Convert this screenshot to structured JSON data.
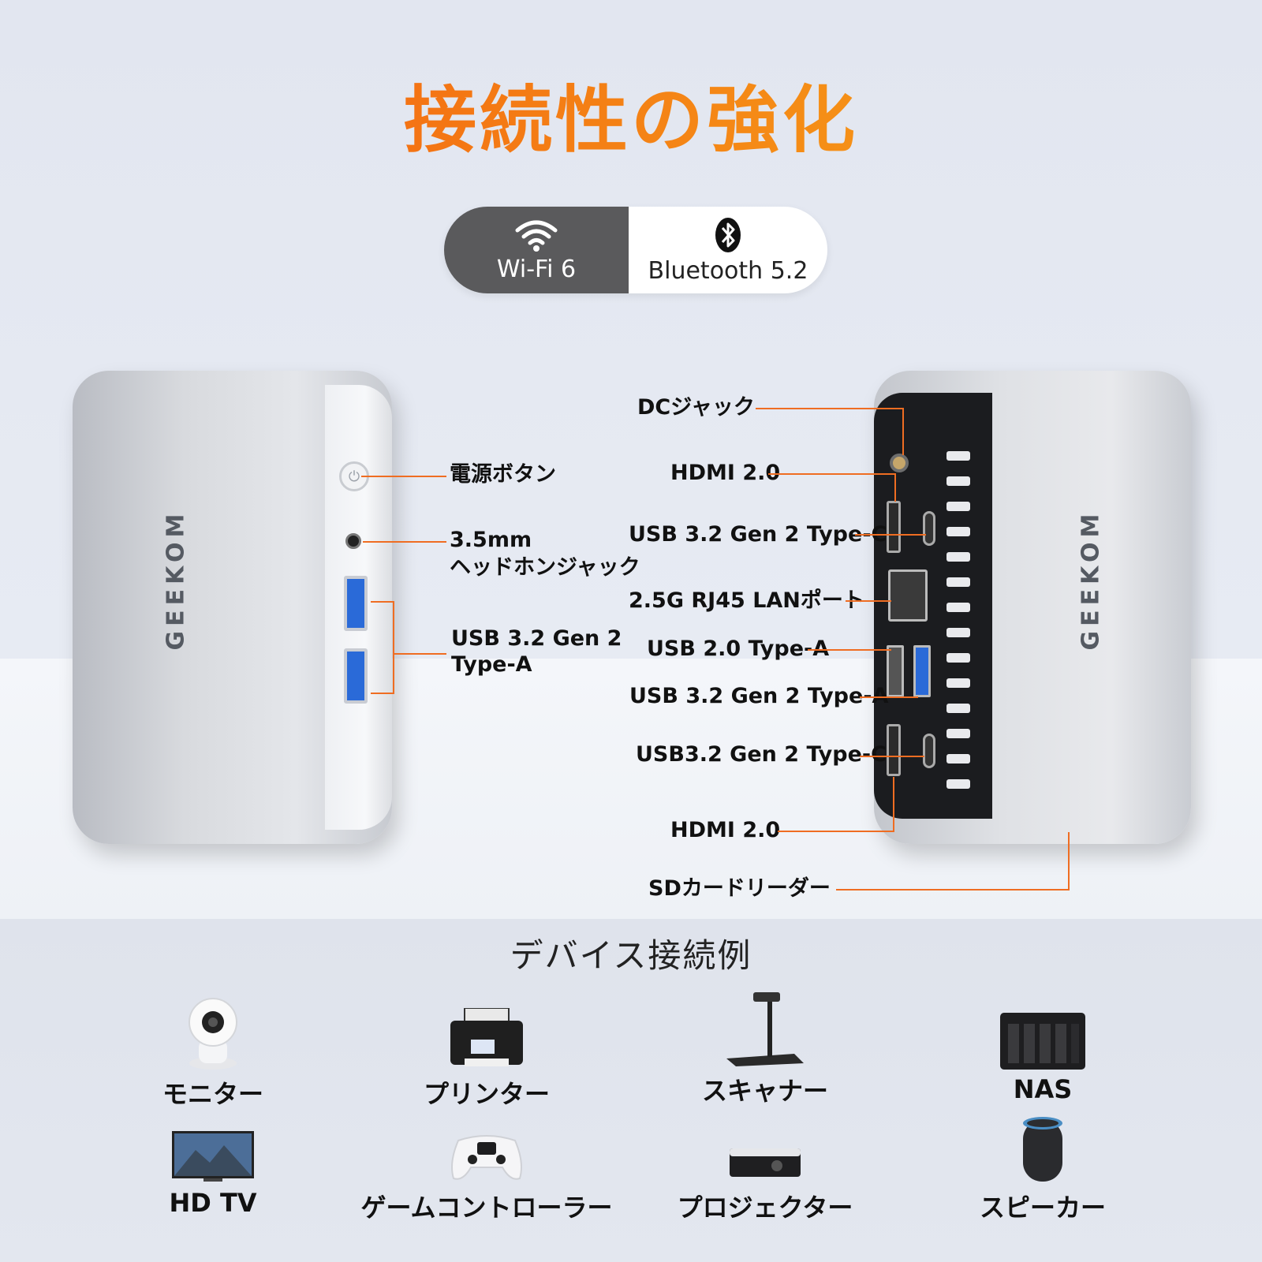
{
  "headline": "接続性の強化",
  "wireless": {
    "wifi_label": "Wi-Fi 6",
    "bluetooth_label": "Bluetooth 5.2",
    "wifi_icon": "wifi-icon",
    "bluetooth_icon": "bluetooth-icon"
  },
  "brand": "GEEKOM",
  "left_callouts": {
    "power": "電源ボタン",
    "audio_line1": "3.5mm",
    "audio_line2": "ヘッドホンジャック",
    "usb_line1": "USB 3.2 Gen 2",
    "usb_line2": "Type-A"
  },
  "right_callouts": {
    "dc": "DCジャック",
    "hdmi_top": "HDMI 2.0",
    "usbc_top": "USB 3.2 Gen 2 Type-C",
    "lan": "2.5G RJ45 LANポート",
    "usb2": "USB 2.0 Type-A",
    "usb3a": "USB 3.2 Gen 2  Type-A",
    "usbc_bottom": "USB3.2 Gen 2 Type-C",
    "hdmi_bottom": "HDMI 2.0",
    "sd": "SDカードリーダー"
  },
  "examples_title": "デバイス接続例",
  "devices": [
    {
      "label": "モニター",
      "icon": "camera-icon"
    },
    {
      "label": "プリンター",
      "icon": "printer-icon"
    },
    {
      "label": "スキャナー",
      "icon": "scanner-icon"
    },
    {
      "label": "NAS",
      "icon": "nas-icon"
    },
    {
      "label": "HD TV",
      "icon": "tv-icon"
    },
    {
      "label": "ゲームコントローラー",
      "icon": "gamepad-icon"
    },
    {
      "label": "プロジェクター",
      "icon": "projector-icon"
    },
    {
      "label": "スピーカー",
      "icon": "speaker-icon"
    }
  ],
  "colors": {
    "accent_orange": "#ef6d22",
    "headline_start": "#f25a12",
    "headline_end": "#f7a81c",
    "wifi_segment": "#5a5a5c",
    "usb3_blue": "#2a6ad8"
  }
}
